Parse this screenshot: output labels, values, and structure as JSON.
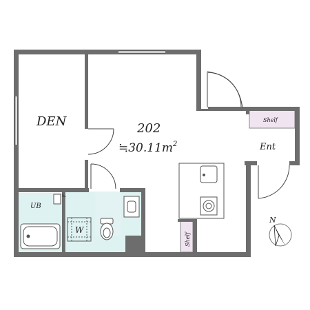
{
  "rooms": {
    "den": "DEN",
    "unit_number": "202",
    "area": "≒30.11m",
    "area_superscript": "2",
    "ub": "UB",
    "washer": "W",
    "entrance": "Ent",
    "shelf_entrance": "Shelf",
    "shelf_kitchen": "Shelf"
  },
  "compass": {
    "north": "N"
  },
  "colors": {
    "wall": "#6d6d6d",
    "wet_area": "#dff2f2",
    "shelf": "#f1e4f1",
    "line": "#555555"
  }
}
